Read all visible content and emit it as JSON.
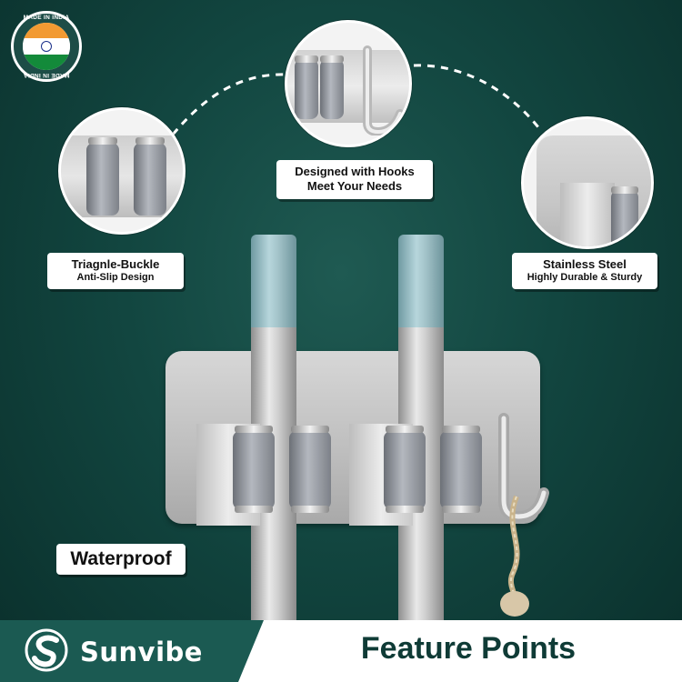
{
  "badge": {
    "top_text": "MADE IN INDIA",
    "bottom_text": "MADE IN INDIA",
    "icon": "india-flag-icon",
    "colors": {
      "saffron": "#f29a32",
      "white": "#ffffff",
      "green": "#138a3a"
    }
  },
  "features": [
    {
      "title": "Triagnle-Buckle",
      "subtitle": "Anti-Slip Design"
    },
    {
      "title": "Designed with Hooks",
      "subtitle": "Meet Your Needs"
    },
    {
      "title": "Stainless Steel",
      "subtitle": "Highly Durable & Sturdy"
    }
  ],
  "waterproof_label": "Waterproof",
  "footer": {
    "brand": "Sunvibe",
    "title": "Feature Points",
    "logo_icon": "sunvibe-logo-icon"
  },
  "colors": {
    "background": "#124640",
    "footer_left": "#1b5a52",
    "title_text": "#0f3b36"
  }
}
